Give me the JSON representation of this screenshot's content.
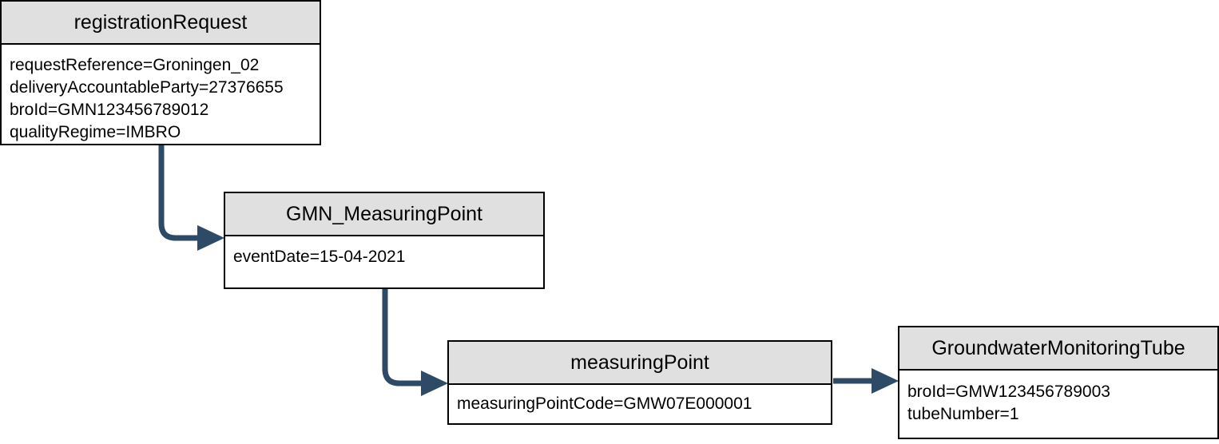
{
  "colors": {
    "header_fill": "#e0e0e0",
    "border": "#000000",
    "connector": "#2d4a66"
  },
  "nodes": {
    "registration_request": {
      "title": "registrationRequest",
      "attributes": [
        "requestReference=Groningen_02",
        "deliveryAccountableParty=27376655",
        "broId=GMN123456789012",
        "qualityRegime=IMBRO"
      ]
    },
    "gmn_measuring_point": {
      "title": "GMN_MeasuringPoint",
      "attributes": [
        "eventDate=15-04-2021"
      ]
    },
    "measuring_point": {
      "title": "measuringPoint",
      "attributes": [
        "measuringPointCode=GMW07E000001"
      ]
    },
    "groundwater_monitoring_tube": {
      "title": "GroundwaterMonitoringTube",
      "attributes": [
        "broId=GMW123456789003",
        "tubeNumber=1"
      ]
    }
  }
}
